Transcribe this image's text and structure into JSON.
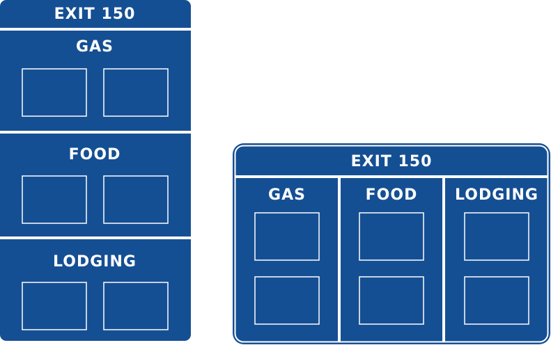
{
  "colors": {
    "sign_blue": "#154f93",
    "legend_white": "#ffffff",
    "background": "#ffffff"
  },
  "vertical_sign": {
    "exit_label": "EXIT 150",
    "services": [
      {
        "name": "GAS",
        "logo_panels": 2
      },
      {
        "name": "FOOD",
        "logo_panels": 2
      },
      {
        "name": "LODGING",
        "logo_panels": 2
      }
    ]
  },
  "horizontal_sign": {
    "exit_label": "EXIT 150",
    "services": [
      {
        "name": "GAS",
        "logo_panels": 2
      },
      {
        "name": "FOOD",
        "logo_panels": 2
      },
      {
        "name": "LODGING",
        "logo_panels": 2
      }
    ]
  }
}
